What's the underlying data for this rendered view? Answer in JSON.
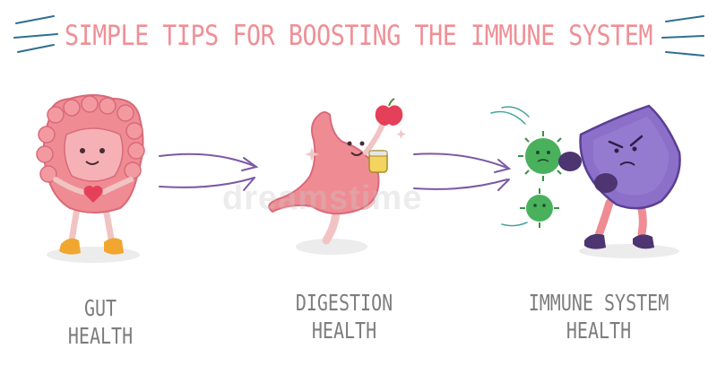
{
  "title": "SIMPLE TIPS FOR BOOSTING THE IMMUNE SYSTEM",
  "steps": [
    {
      "line1": "GUT",
      "line2": "HEALTH",
      "character": "intestine-character"
    },
    {
      "line1": "DIGESTION",
      "line2": "HEALTH",
      "character": "stomach-character"
    },
    {
      "line1": "IMMUNE SYSTEM",
      "line2": "HEALTH",
      "character": "shield-character"
    }
  ],
  "watermark": "dreamstime",
  "colors": {
    "title": "#ef8f96",
    "label": "#7d7d7d",
    "arrow": "#7b59a6",
    "organ": "#ef8c93",
    "shield": "#8b6fc9",
    "virus": "#49b05c",
    "shoe": "#f0a62f"
  }
}
